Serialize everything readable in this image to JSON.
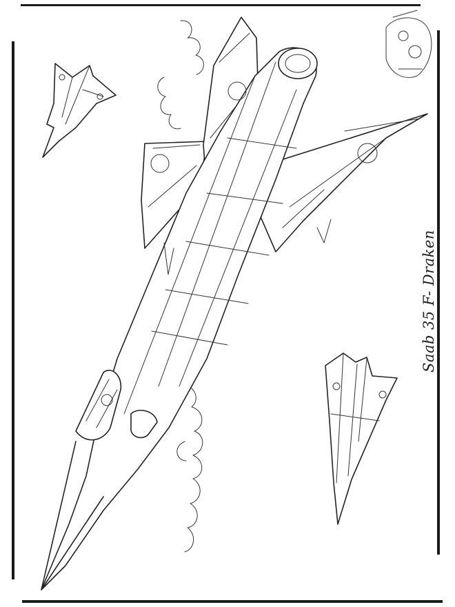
{
  "caption": "Saab 35 F- Draken",
  "colors": {
    "ink": "#222222",
    "paper": "#ffffff"
  },
  "icons": [
    "fighter-jet-illustration",
    "small-jet-top-left",
    "small-jet-bottom-right",
    "cloud-outline",
    "cartoon-logo"
  ]
}
